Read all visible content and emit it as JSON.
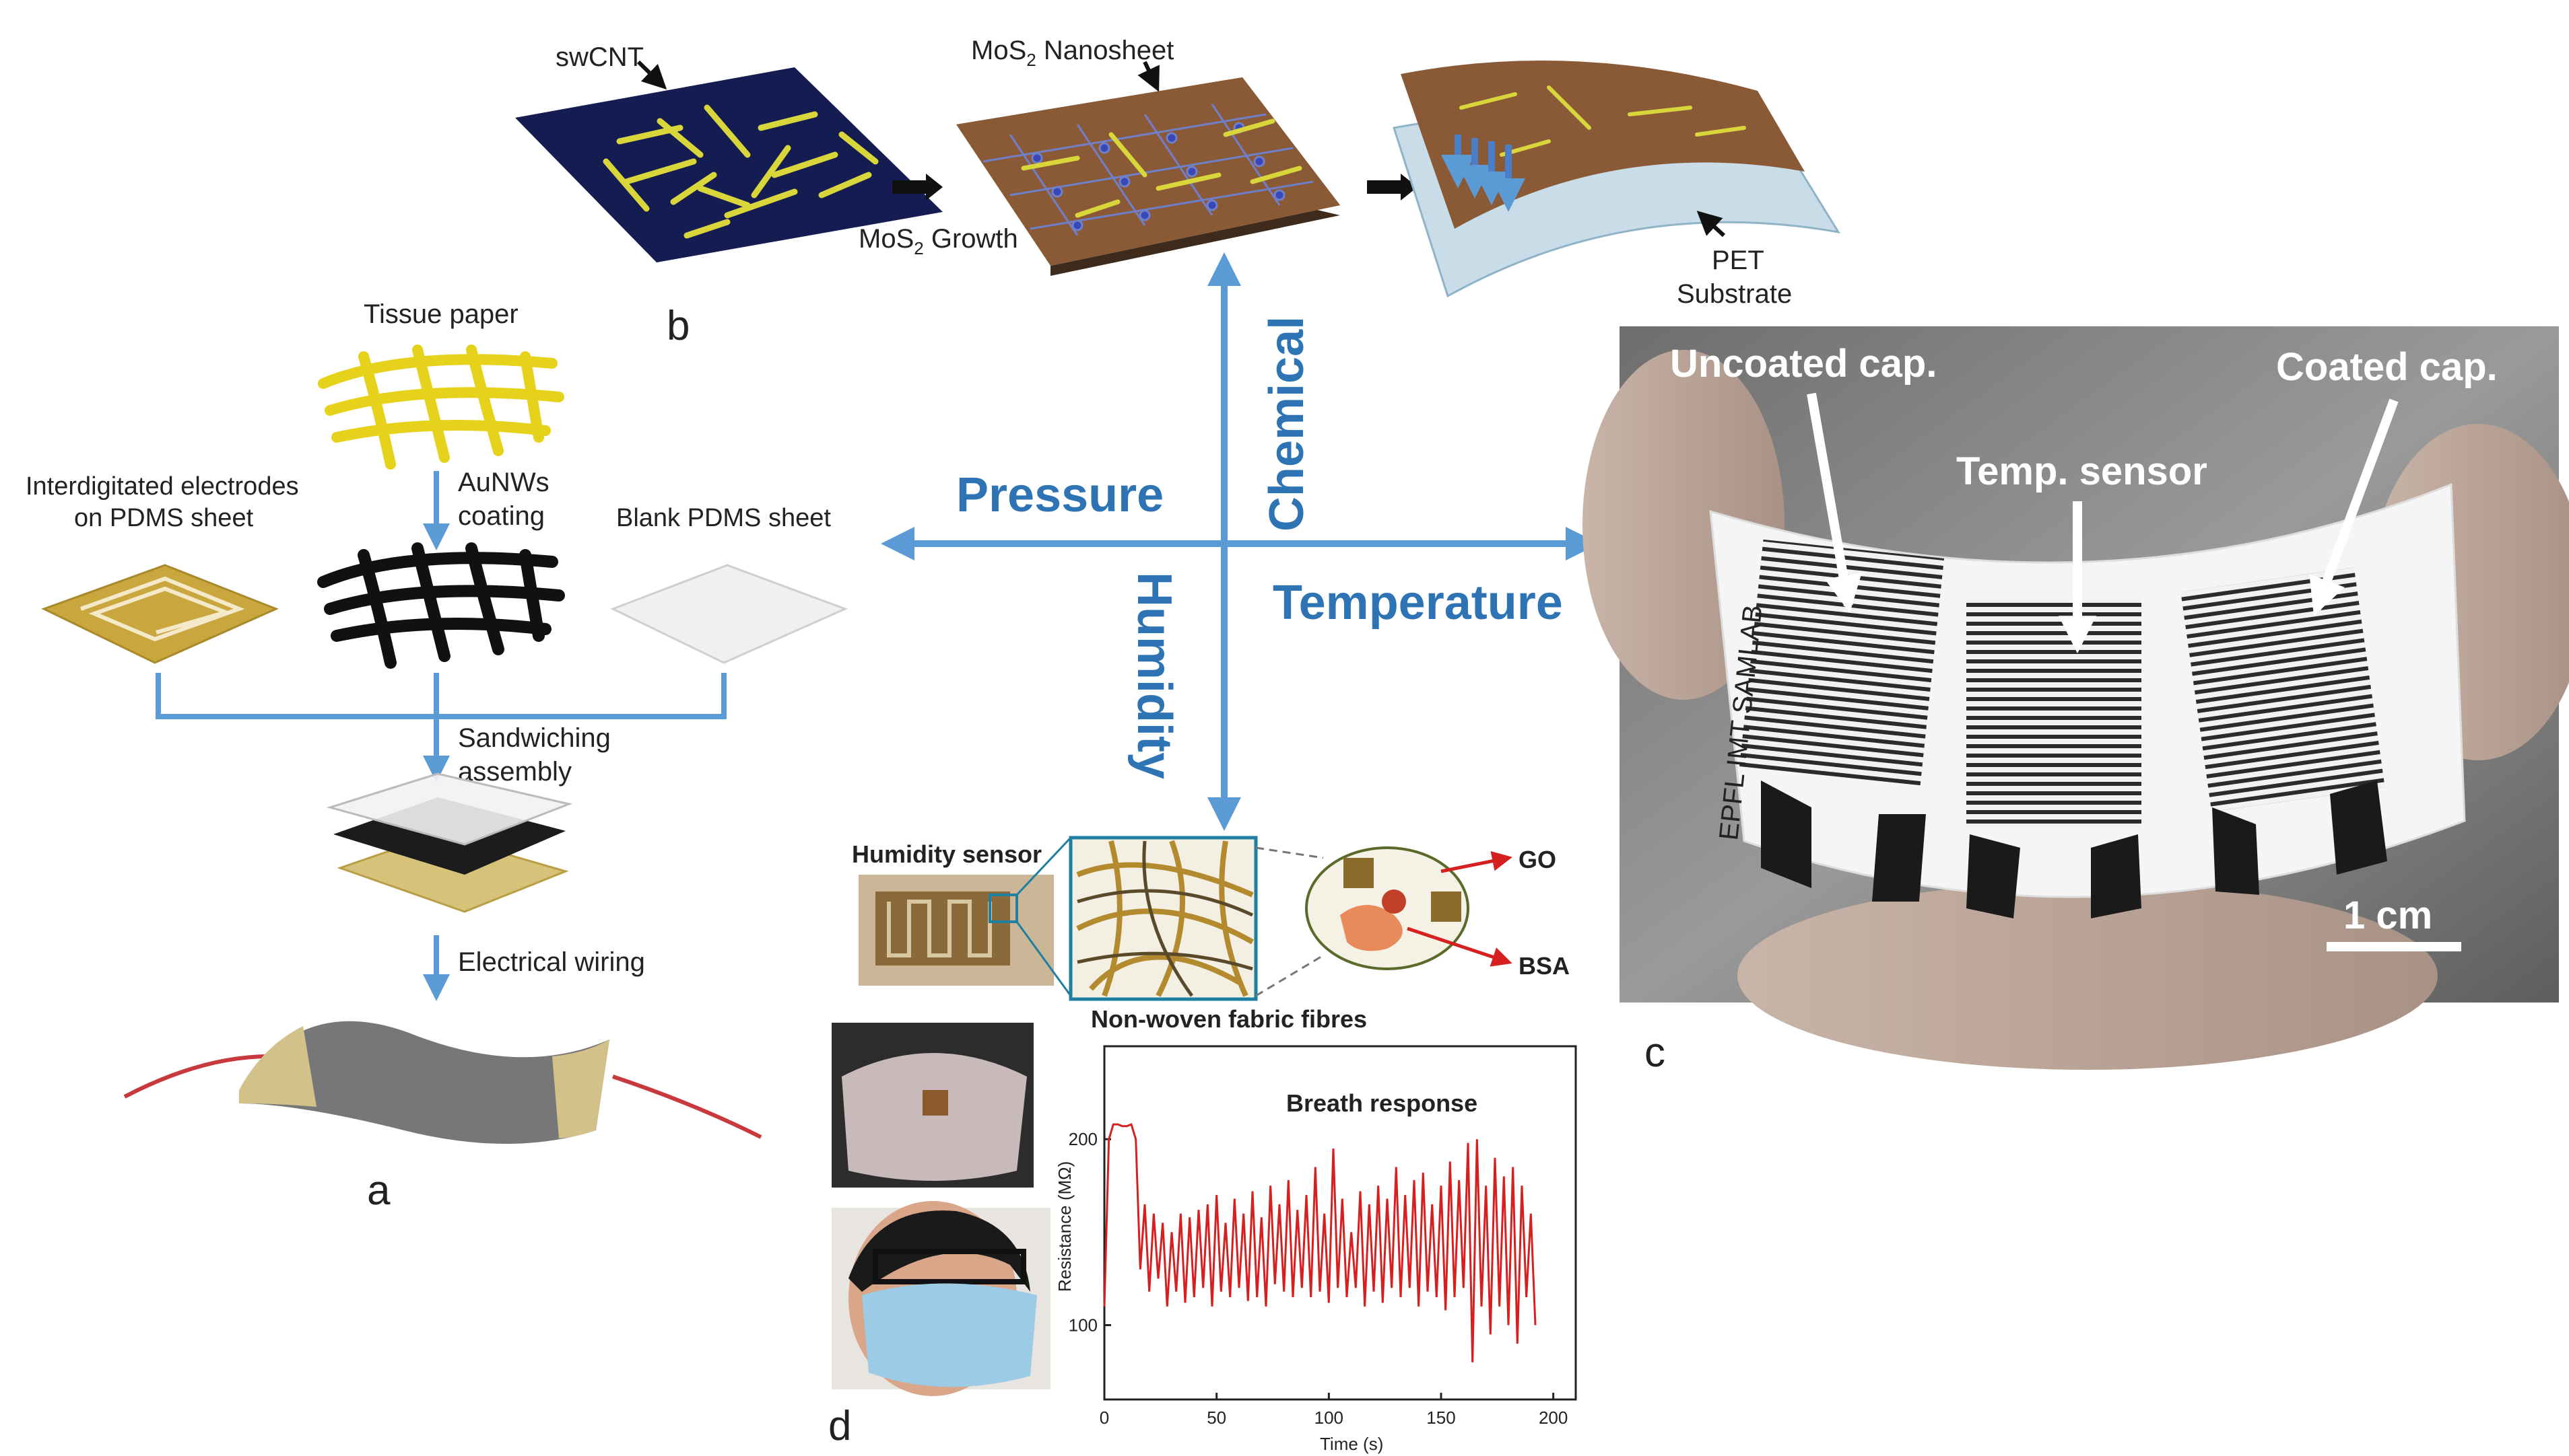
{
  "colors": {
    "axis_blue": "#5b9bd5",
    "label_blue": "#2e74b5",
    "signal_red": "#d62020",
    "arrow_red": "#d62020"
  },
  "center": {
    "pressure": "Pressure",
    "chemical": "Chemical",
    "temperature": "Temperature",
    "humidity": "Humidity"
  },
  "panel_a": {
    "letter": "a",
    "tissue_paper": "Tissue paper",
    "electrodes_line1": "Interdigitated electrodes",
    "electrodes_line2": "on PDMS sheet",
    "coating_line1": "AuNWs",
    "coating_line2": "coating",
    "blank_sheet": "Blank PDMS sheet",
    "sandwich_line1": "Sandwiching",
    "sandwich_line2": "assembly",
    "wiring": "Electrical wiring"
  },
  "panel_b": {
    "letter": "b",
    "swcnt": "swCNT",
    "nanosheet_pre": "MoS",
    "nanosheet_sub": "2",
    "nanosheet_post": " Nanosheet",
    "growth_pre": "MoS",
    "growth_sub": "2",
    "growth_post": " Growth",
    "pet_line1": "PET",
    "pet_line2": "Substrate"
  },
  "panel_c": {
    "letter": "c",
    "uncoated": "Uncoated cap.",
    "temp_sensor": "Temp. sensor",
    "coated": "Coated cap.",
    "lab_text": "EPFL IMT SAMLAB",
    "scale_bar": "1 cm"
  },
  "panel_d": {
    "letter": "d",
    "humidity_sensor": "Humidity sensor",
    "fibres": "Non-woven fabric fibres",
    "go": "GO",
    "bsa": "BSA"
  },
  "chart_data": {
    "type": "line",
    "title": "Breath response",
    "xlabel": "Time (s)",
    "ylabel": "Resistance (MΩ)",
    "xlim": [
      0,
      210
    ],
    "ylim": [
      60,
      250
    ],
    "xticks": [
      0,
      50,
      100,
      150,
      200
    ],
    "yticks": [
      100,
      200
    ],
    "series": [
      {
        "x": [
          0,
          2,
          4,
          6,
          8,
          10,
          12,
          14,
          16,
          18,
          20,
          22,
          24,
          26,
          28,
          30,
          32,
          34,
          36,
          38,
          40,
          42,
          44,
          46,
          48,
          50,
          52,
          54,
          56,
          58,
          60,
          62,
          64,
          66,
          68,
          70,
          72,
          74,
          76,
          78,
          80,
          82,
          84,
          86,
          88,
          90,
          92,
          94,
          96,
          98,
          100,
          102,
          104,
          106,
          108,
          110,
          112,
          114,
          116,
          118,
          120,
          122,
          124,
          126,
          128,
          130,
          132,
          134,
          136,
          138,
          140,
          142,
          144,
          146,
          148,
          150,
          152,
          154,
          156,
          158,
          160,
          162,
          164,
          166,
          168,
          170,
          172,
          174,
          176,
          178,
          180,
          182,
          184,
          186,
          188,
          190,
          192
        ],
        "y": [
          110,
          200,
          208,
          208,
          207,
          207,
          208,
          200,
          130,
          165,
          118,
          160,
          125,
          155,
          110,
          150,
          118,
          160,
          112,
          158,
          115,
          162,
          120,
          165,
          110,
          170,
          118,
          155,
          115,
          168,
          120,
          160,
          113,
          172,
          115,
          158,
          110,
          175,
          122,
          165,
          118,
          178,
          115,
          162,
          120,
          170,
          115,
          185,
          118,
          160,
          112,
          195,
          120,
          168,
          115,
          150,
          120,
          172,
          110,
          165,
          118,
          175,
          112,
          168,
          120,
          185,
          115,
          170,
          120,
          178,
          110,
          182,
          118,
          165,
          115,
          175,
          108,
          188,
          115,
          178,
          120,
          198,
          80,
          200,
          110,
          175,
          95,
          190,
          110,
          180,
          100,
          185,
          90,
          175,
          115,
          160,
          100
        ]
      }
    ]
  }
}
